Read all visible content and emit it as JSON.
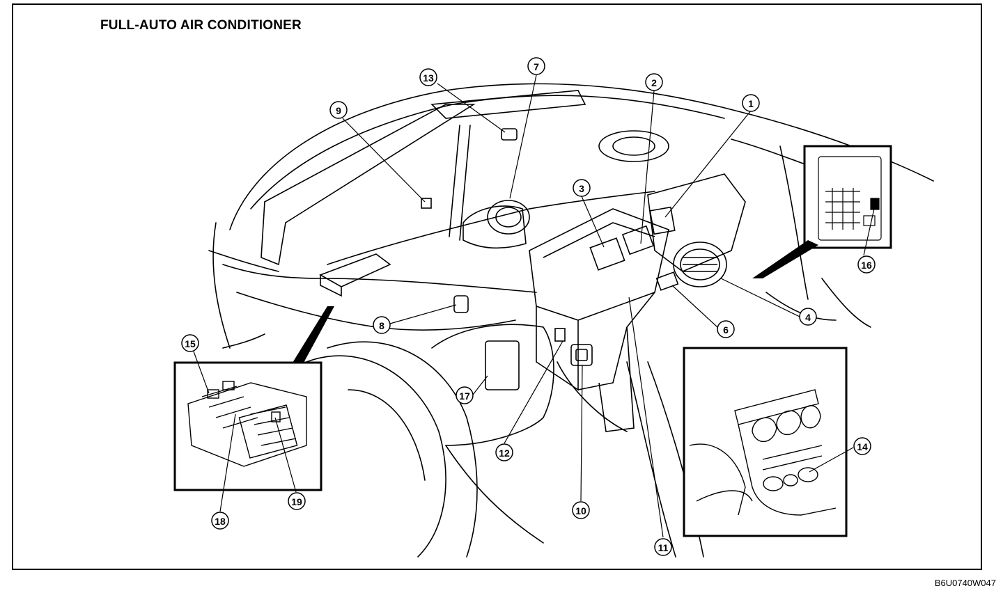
{
  "title": "FULL-AUTO AIR CONDITIONER",
  "figure_code": "B6U0740W047",
  "callouts": [
    {
      "id": "c1",
      "label": "1"
    },
    {
      "id": "c2",
      "label": "2"
    },
    {
      "id": "c3",
      "label": "3"
    },
    {
      "id": "c4",
      "label": "4"
    },
    {
      "id": "c6",
      "label": "6"
    },
    {
      "id": "c7",
      "label": "7"
    },
    {
      "id": "c8",
      "label": "8"
    },
    {
      "id": "c9",
      "label": "9"
    },
    {
      "id": "c10",
      "label": "10"
    },
    {
      "id": "c11",
      "label": "11"
    },
    {
      "id": "c12",
      "label": "12"
    },
    {
      "id": "c13",
      "label": "13"
    },
    {
      "id": "c14",
      "label": "14"
    },
    {
      "id": "c15",
      "label": "15"
    },
    {
      "id": "c16",
      "label": "16"
    },
    {
      "id": "c17",
      "label": "17"
    },
    {
      "id": "c18",
      "label": "18"
    },
    {
      "id": "c19",
      "label": "19"
    }
  ]
}
